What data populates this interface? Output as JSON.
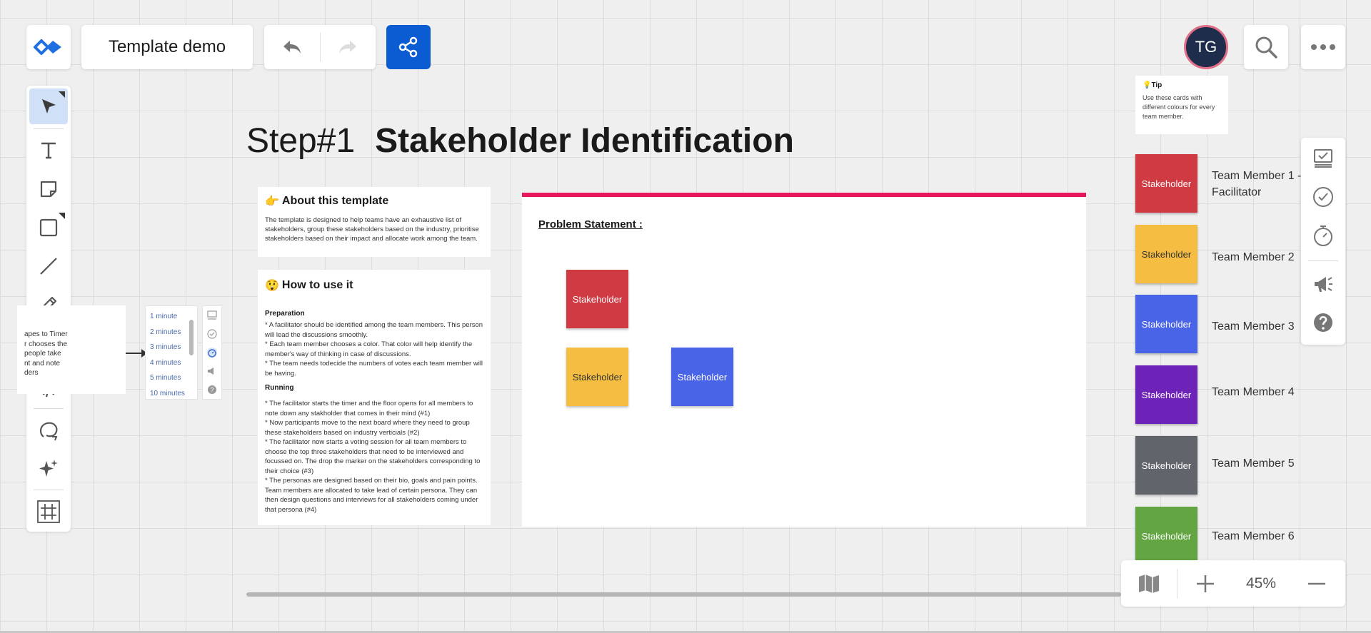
{
  "app": {
    "title": "Template demo",
    "avatar_initials": "TG",
    "zoom": "45%",
    "accent_color": "#0b5bd3"
  },
  "step": {
    "prefix": "Step#1",
    "title": "Stakeholder Identification"
  },
  "about": {
    "title": "About this template",
    "text": "The template is designed to help teams have an exhaustive list of stakeholders, group these stakeholders based on the industry, prioritise stakeholders based on their impact and allocate work among the team."
  },
  "how": {
    "title": "How to use it",
    "prep_label": "Preparation",
    "prep_lines": [
      "* A facilitator should be identified among the team members. This person will lead the discussions smoothly.",
      "* Each team member chooses a color. That color will help identify the member's way of thinking in case of discussions.",
      "* The team needs todecide the numbers of votes each team member will be having."
    ],
    "running_label": "Running",
    "running_lines": [
      "* The facilitator starts the timer and the floor opens for all members to note down any stakholder that comes in their mind (#1)",
      "* Now participants move to the next board where they need to group these stakeholders based on industry verticials (#2)",
      "* The facilitator now starts a voting session for all team members to choose the top three stakeholders that need to be interviewed and focussed on. The drop the marker on the stakeholders corresponding to their choice (#3)",
      "* The personas are designed based on their bio, goals and pain points. Team members are allocated to take lead of certain persona. They can then design questions and interviews for all stakeholders coming under that persona (#4)"
    ]
  },
  "problem": {
    "label": "Problem Statement :",
    "stickies": [
      {
        "text": "Stakeholder",
        "color": "#cf3a43",
        "text_color": "#ffffff"
      },
      {
        "text": "Stakeholder",
        "color": "#f5bd41",
        "text_color": "#333333"
      },
      {
        "text": "Stakeholder",
        "color": "#4a64e8",
        "text_color": "#ffffff"
      }
    ]
  },
  "tip": {
    "title": "Tip",
    "text": "Use these cards with different colours for every team member."
  },
  "members": [
    {
      "sticky": "Stakeholder",
      "color": "#cf3a43",
      "text_color": "#ffffff",
      "label_line1": "Team Member 1 -",
      "label_line2": "Facilitator"
    },
    {
      "sticky": "Stakeholder",
      "color": "#f5bd41",
      "text_color": "#333333",
      "label_line1": "Team Member 2",
      "label_line2": ""
    },
    {
      "sticky": "Stakeholder",
      "color": "#4a64e8",
      "text_color": "#ffffff",
      "label_line1": "Team Member 3",
      "label_line2": ""
    },
    {
      "sticky": "Stakeholder",
      "color": "#6d22b8",
      "text_color": "#ffffff",
      "label_line1": "Team Member 4",
      "label_line2": ""
    },
    {
      "sticky": "Stakeholder",
      "color": "#61656b",
      "text_color": "#ffffff",
      "label_line1": "Team Member 5",
      "label_line2": ""
    },
    {
      "sticky": "Stakeholder",
      "color": "#62a542",
      "text_color": "#ffffff",
      "label_line1": "Team Member 6",
      "label_line2": ""
    }
  ],
  "left_note": {
    "lines": [
      "apes to Timer",
      "r chooses the",
      "people take",
      "nt and note",
      "ders"
    ]
  },
  "timer_options": [
    "1 minute",
    "2 minutes",
    "3 minutes",
    "4 minutes",
    "5 minutes",
    "10 minutes"
  ]
}
